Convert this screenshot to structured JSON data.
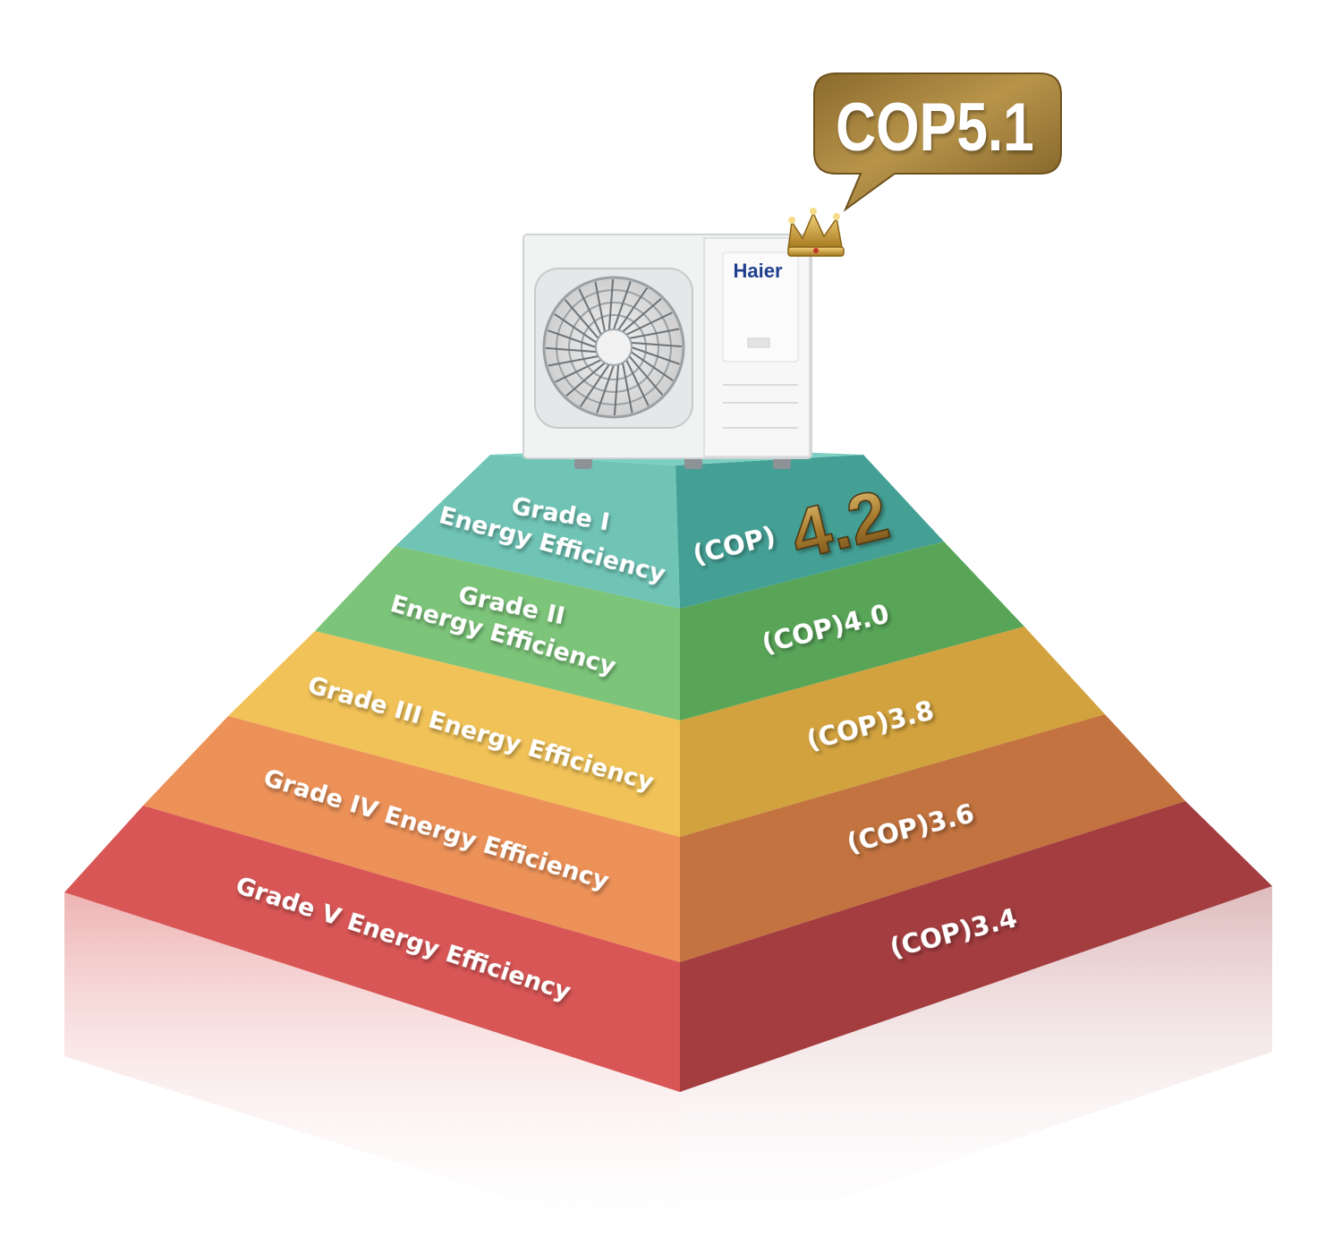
{
  "badge": {
    "text": "COP5.1",
    "color": "#a8843a"
  },
  "unit": {
    "brand": "Haier"
  },
  "tiers": [
    {
      "grade_lines": [
        "Grade I",
        "Energy Efficiency"
      ],
      "cop_prefix": "(COP)",
      "cop_value": "4.2",
      "left_color": "#6fc4b6",
      "right_color": "#44a095"
    },
    {
      "grade_lines": [
        "Grade II",
        "Energy Efficiency"
      ],
      "cop_text": "(COP)4.0",
      "left_color": "#7cc47a",
      "right_color": "#58a558"
    },
    {
      "grade_lines": [
        "Grade III Energy Efficiency"
      ],
      "cop_text": "(COP)3.8",
      "left_color": "#f1c257",
      "right_color": "#d2a23e"
    },
    {
      "grade_lines": [
        "Grade IV Energy Efficiency"
      ],
      "cop_text": "(COP)3.6",
      "left_color": "#ec9158",
      "right_color": "#c2733f"
    },
    {
      "grade_lines": [
        "Grade V Energy Efficiency"
      ],
      "cop_text": "(COP)3.4",
      "left_color": "#d95656",
      "right_color": "#a33d40"
    }
  ]
}
